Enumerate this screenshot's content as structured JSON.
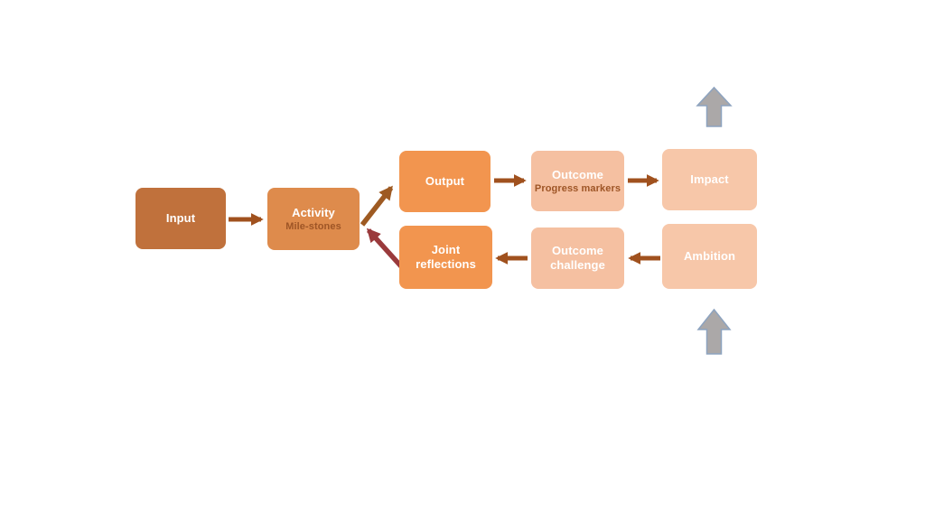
{
  "diagram": {
    "nodes": {
      "input": {
        "label": "Input"
      },
      "activity": {
        "label": "Activity",
        "sublabel": "Mile-stones"
      },
      "output": {
        "label": "Output"
      },
      "outcome_markers": {
        "label": "Outcome",
        "sublabel": "Progress markers"
      },
      "impact": {
        "label": "Impact"
      },
      "joint_reflections": {
        "label": "Joint reflections"
      },
      "outcome_challenge": {
        "label": "Outcome challenge"
      },
      "ambition": {
        "label": "Ambition"
      }
    },
    "icons": {
      "top_arrow": "up-block-arrow",
      "bottom_arrow": "up-block-arrow"
    },
    "colors": {
      "canvas_bg": "#FFFFFF",
      "input_fill": "#C0713C",
      "activity_fill": "#DE8B4C",
      "output_fill": "#F2954F",
      "joint_fill": "#F2954F",
      "outcome_fill": "#F5C0A1",
      "impact_fill": "#F7C7A9",
      "ambition_fill": "#F7C7A9",
      "title_text": "#FFFFFF",
      "subtitle_text": "#9E5526",
      "arrow_brown": "#A0511E",
      "arrow_diagonal_brown": "#9E5A22",
      "arrow_red": "#9A3A3C",
      "block_arrow_fill": "#ABA8A8",
      "block_arrow_stroke": "#8DA3BF"
    }
  }
}
